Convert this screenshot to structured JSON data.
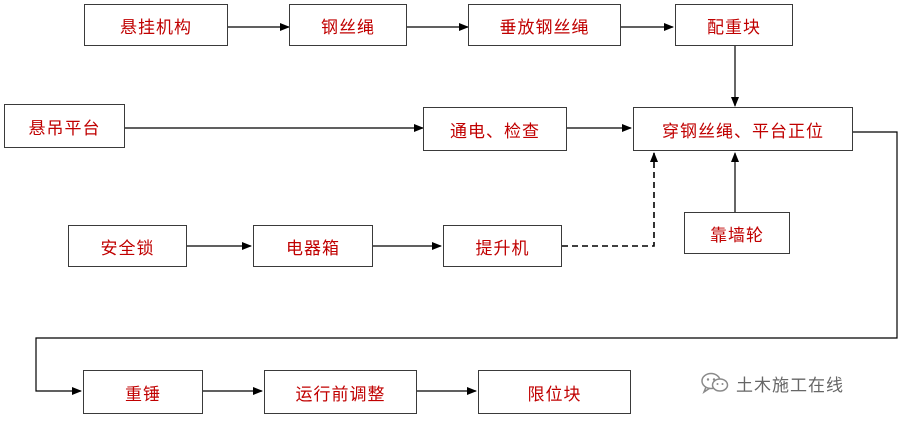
{
  "nodes": {
    "suspension_mechanism": "悬挂机构",
    "steel_rope_1": "钢丝绳",
    "hang_steel_rope": "垂放钢丝绳",
    "counterweight": "配重块",
    "suspended_platform": "悬吊平台",
    "power_check": "通电、检查",
    "thread_rope_position": "穿钢丝绳、平台正位",
    "safety_lock": "安全锁",
    "electrical_box": "电器箱",
    "hoist": "提升机",
    "wall_wheel": "靠墙轮",
    "heavy_hammer": "重锤",
    "pre_run_adjust": "运行前调整",
    "limit_block": "限位块"
  },
  "watermark": {
    "text": "土木施工在线",
    "icon": "wechat-icon"
  },
  "colors": {
    "node_text": "#c00000",
    "border": "#3a3a3a",
    "arrow": "#000000"
  }
}
